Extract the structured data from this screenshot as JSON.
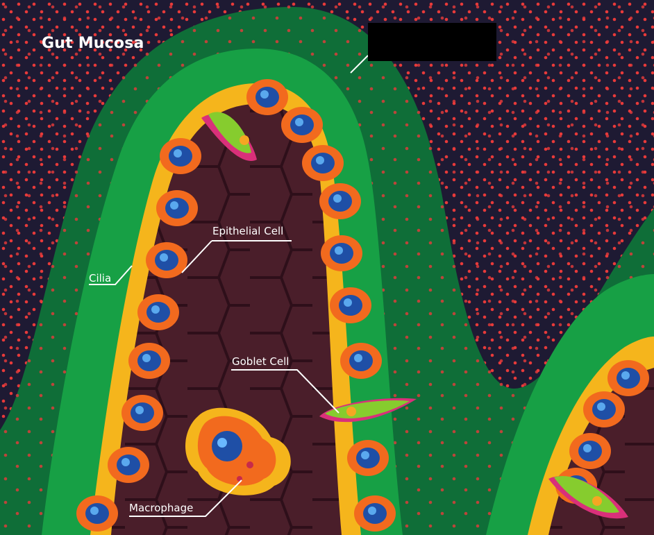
{
  "title": "Gut Mucosa",
  "labels": {
    "epithelial_cell": "Epithelial Cell",
    "cilia": "Cilia",
    "goblet_cell": "Goblet Cell",
    "macrophage": "Macrophage"
  },
  "colors": {
    "background": "#1e1a33",
    "mucus_green": "#0f7a3a",
    "villus_green": "#17a045",
    "villus_core": "#4a1e2a",
    "cilia_yellow": "#f5b51c",
    "cell_orange": "#f26a1e",
    "nucleus_blue": "#1f4fa6",
    "goblet_lime": "#86cc2e",
    "goblet_pink": "#d9307a",
    "bacteria_red": "#e83a3a",
    "leader_line": "#ffffff"
  }
}
